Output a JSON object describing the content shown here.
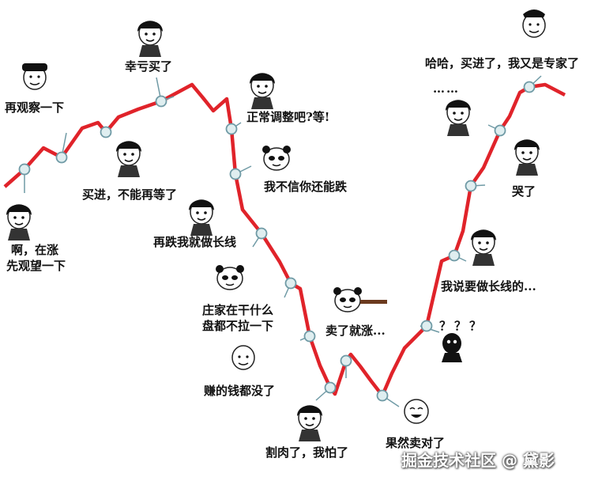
{
  "colors": {
    "line": "#e0232a",
    "node_fill": "#dfeef0",
    "node_stroke": "#6f9aa5",
    "leader": "#6f9aa5"
  },
  "captions": [
    {
      "key": "reobserve",
      "text": "再观察一下"
    },
    {
      "key": "lucky_bought",
      "text": "幸亏买了"
    },
    {
      "key": "normal_adjust",
      "text": "正常调整吧?等!"
    },
    {
      "key": "dont_believe",
      "text": "我不信你还能跌"
    },
    {
      "key": "buy_cant_wait",
      "text": "买进，不能再等了"
    },
    {
      "key": "ah_rising",
      "text": "啊，在涨"
    },
    {
      "key": "watch_first",
      "text": "先观望一下"
    },
    {
      "key": "long_term",
      "text": "再跌我就做长线"
    },
    {
      "key": "dealer_1",
      "text": "庄家在干什么"
    },
    {
      "key": "dealer_2",
      "text": "盘都不拉一下"
    },
    {
      "key": "money_gone",
      "text": "赚的钱都没了"
    },
    {
      "key": "cut_loss",
      "text": "割肉了，我怕了"
    },
    {
      "key": "sold_rises",
      "text": "卖了就涨..."
    },
    {
      "key": "sure_enough",
      "text": "果然卖对了"
    },
    {
      "key": "question",
      "text": "？？？"
    },
    {
      "key": "said_long",
      "text": "我说要做长线的..."
    },
    {
      "key": "cried",
      "text": "哭了"
    },
    {
      "key": "dots",
      "text": "……"
    },
    {
      "key": "expert",
      "text": "哈哈，买进了，我又是专家了"
    }
  ],
  "watermark": "掘金技术社区 @ 黛影",
  "icons": [
    "meme-face-icon",
    "panda-face-icon",
    "bald-face-icon",
    "shadow-face-icon"
  ]
}
